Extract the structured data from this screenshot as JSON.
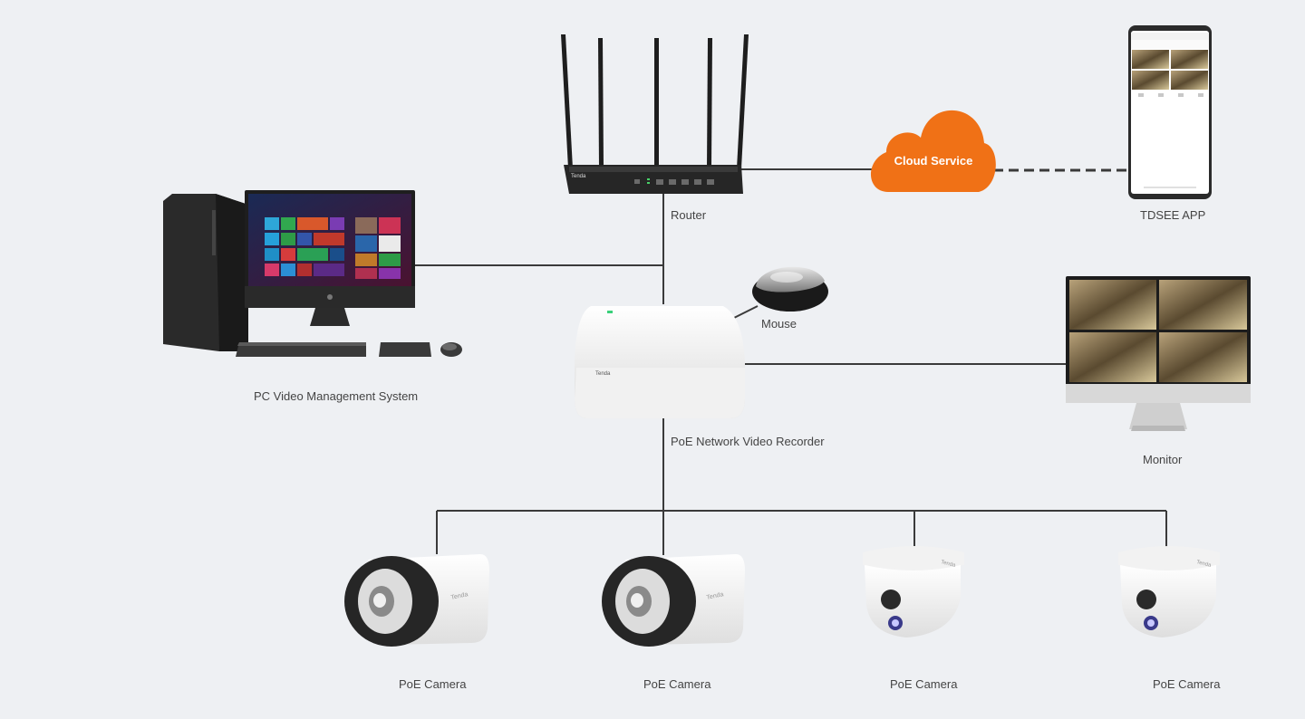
{
  "labels": {
    "router": "Router",
    "cloud": "Cloud Service",
    "app": "TDSEE APP",
    "pc": "PC Video Management System",
    "mouse": "Mouse",
    "nvr": "PoE Network Video Recorder",
    "monitor": "Monitor",
    "camera": "PoE Camera"
  },
  "brand": "Tenda",
  "colors": {
    "background": "#eef0f3",
    "lines": "#3a3a3a",
    "cloud": "#f07116",
    "device_dark": "#2a2a2a",
    "device_light": "#f4f4f4"
  }
}
